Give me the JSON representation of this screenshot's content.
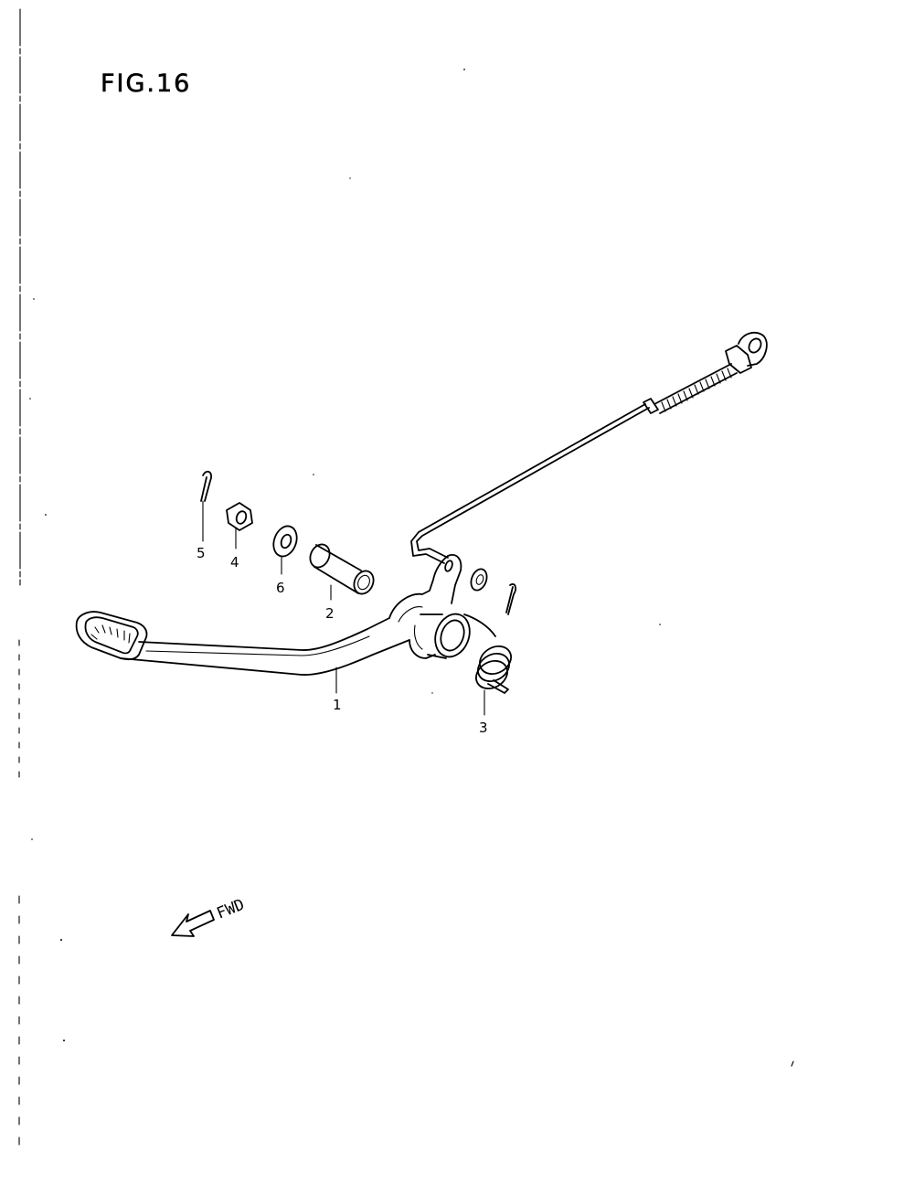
{
  "figure": {
    "title": "FIG.16"
  },
  "callouts": [
    {
      "id": "1",
      "label": "1"
    },
    {
      "id": "2",
      "label": "2"
    },
    {
      "id": "3",
      "label": "3"
    },
    {
      "id": "4",
      "label": "4"
    },
    {
      "id": "5",
      "label": "5"
    },
    {
      "id": "6",
      "label": "6"
    }
  ],
  "direction_indicator": {
    "label": "FWD",
    "icon": "arrow-left-outline-icon"
  },
  "colors": {
    "ink": "#000000",
    "paper": "#ffffff"
  }
}
